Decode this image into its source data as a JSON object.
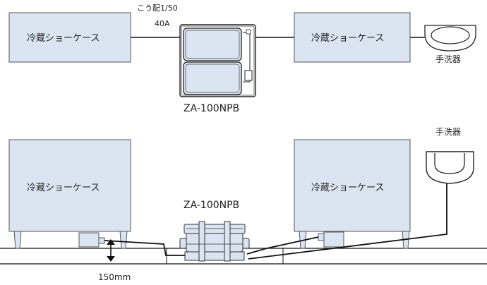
{
  "top_view": {
    "left_case_label": "冷蔵ショーケース",
    "right_case_label": "冷蔵ショーケース",
    "pipe_slope": "こう配1/50",
    "pipe_size": "40A",
    "unit_model": "ZA-100NPB",
    "sink_label": "手洗器"
  },
  "side_view": {
    "left_case_label": "冷蔵ショーケース",
    "right_case_label": "冷蔵ショーケース",
    "unit_model": "ZA-100NPB",
    "sink_label": "手洗器",
    "height_dim": "150mm"
  },
  "colors": {
    "case_fill": "#dbe4f1",
    "case_stroke": "#555555",
    "pipe": "#111111"
  }
}
